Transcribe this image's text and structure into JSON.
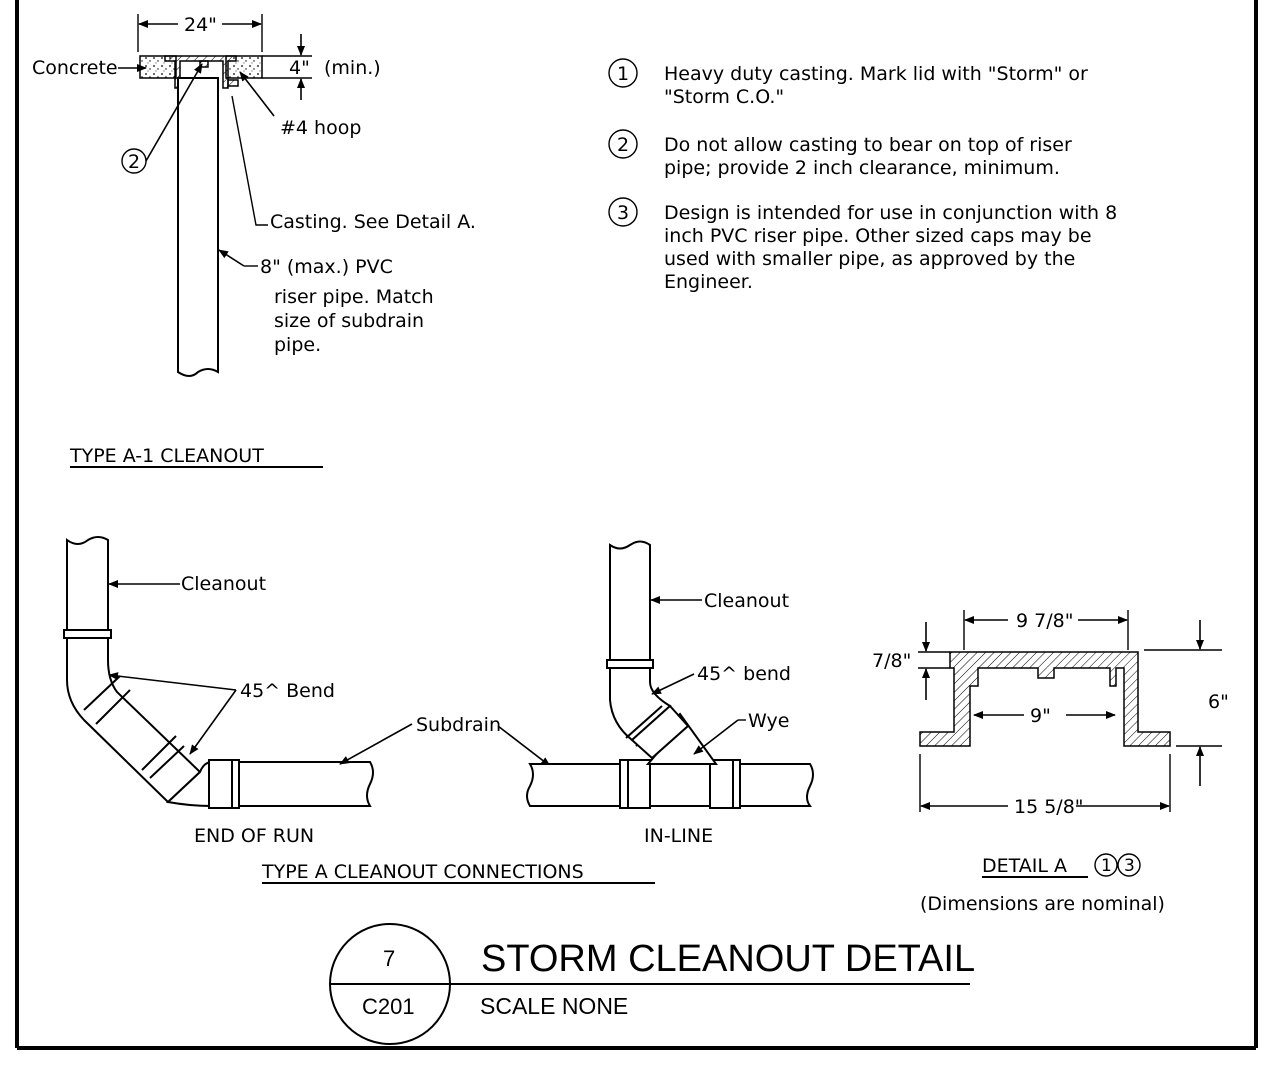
{
  "type_a1": {
    "title": "TYPE A-1 CLEANOUT",
    "dim_width": "24\"",
    "dim_depth": "4\"",
    "dim_depth_note": "(min.)",
    "label_concrete": "Concrete",
    "label_hoop": "#4 hoop",
    "callout_2": "2",
    "label_casting": "Casting.  See Detail A.",
    "label_riser": [
      "8\" (max.) PVC",
      "riser pipe.  Match",
      "size of subdrain",
      "pipe."
    ]
  },
  "notes": [
    {
      "num": "1",
      "lines": [
        "Heavy duty casting.  Mark lid with \"Storm\" or",
        "\"Storm C.O.\""
      ]
    },
    {
      "num": "2",
      "lines": [
        "Do not allow casting to bear on top of riser",
        "pipe; provide 2 inch clearance, minimum."
      ]
    },
    {
      "num": "3",
      "lines": [
        "Design is intended for use in conjunction with 8",
        "inch PVC riser pipe. Other sized caps may be",
        "used with smaller pipe, as approved by the",
        "Engineer."
      ]
    }
  ],
  "connections": {
    "title": "TYPE A CLEANOUT CONNECTIONS",
    "end_of_run": "END OF RUN",
    "in_line": "IN-LINE",
    "label_cleanout": "Cleanout",
    "label_bend_45": "45^ Bend",
    "label_subdrain": "Subdrain",
    "label_bend_45_lower": "45^ bend",
    "label_wye": "Wye"
  },
  "detail_a": {
    "title": "DETAIL A",
    "callouts": [
      "1",
      "3"
    ],
    "note": "(Dimensions are nominal)",
    "dim_top": "9 7/8\"",
    "dim_inner": "9\"",
    "dim_bottom": "15 5/8\"",
    "dim_lip": "7/8\"",
    "dim_height": "6\""
  },
  "title_block": {
    "detail_number": "7",
    "sheet": "C201",
    "title": "STORM CLEANOUT DETAIL",
    "scale": "SCALE NONE"
  }
}
